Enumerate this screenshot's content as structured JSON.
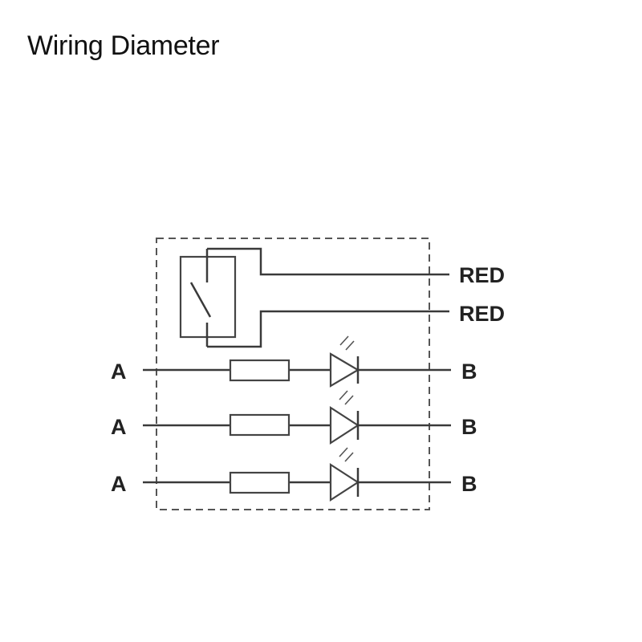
{
  "title": "Wiring Diameter",
  "diagram": {
    "relay_terminals": [
      "RED",
      "RED"
    ],
    "led_channels": [
      {
        "input": "A",
        "output": "B"
      },
      {
        "input": "A",
        "output": "B"
      },
      {
        "input": "A",
        "output": "B"
      }
    ]
  }
}
